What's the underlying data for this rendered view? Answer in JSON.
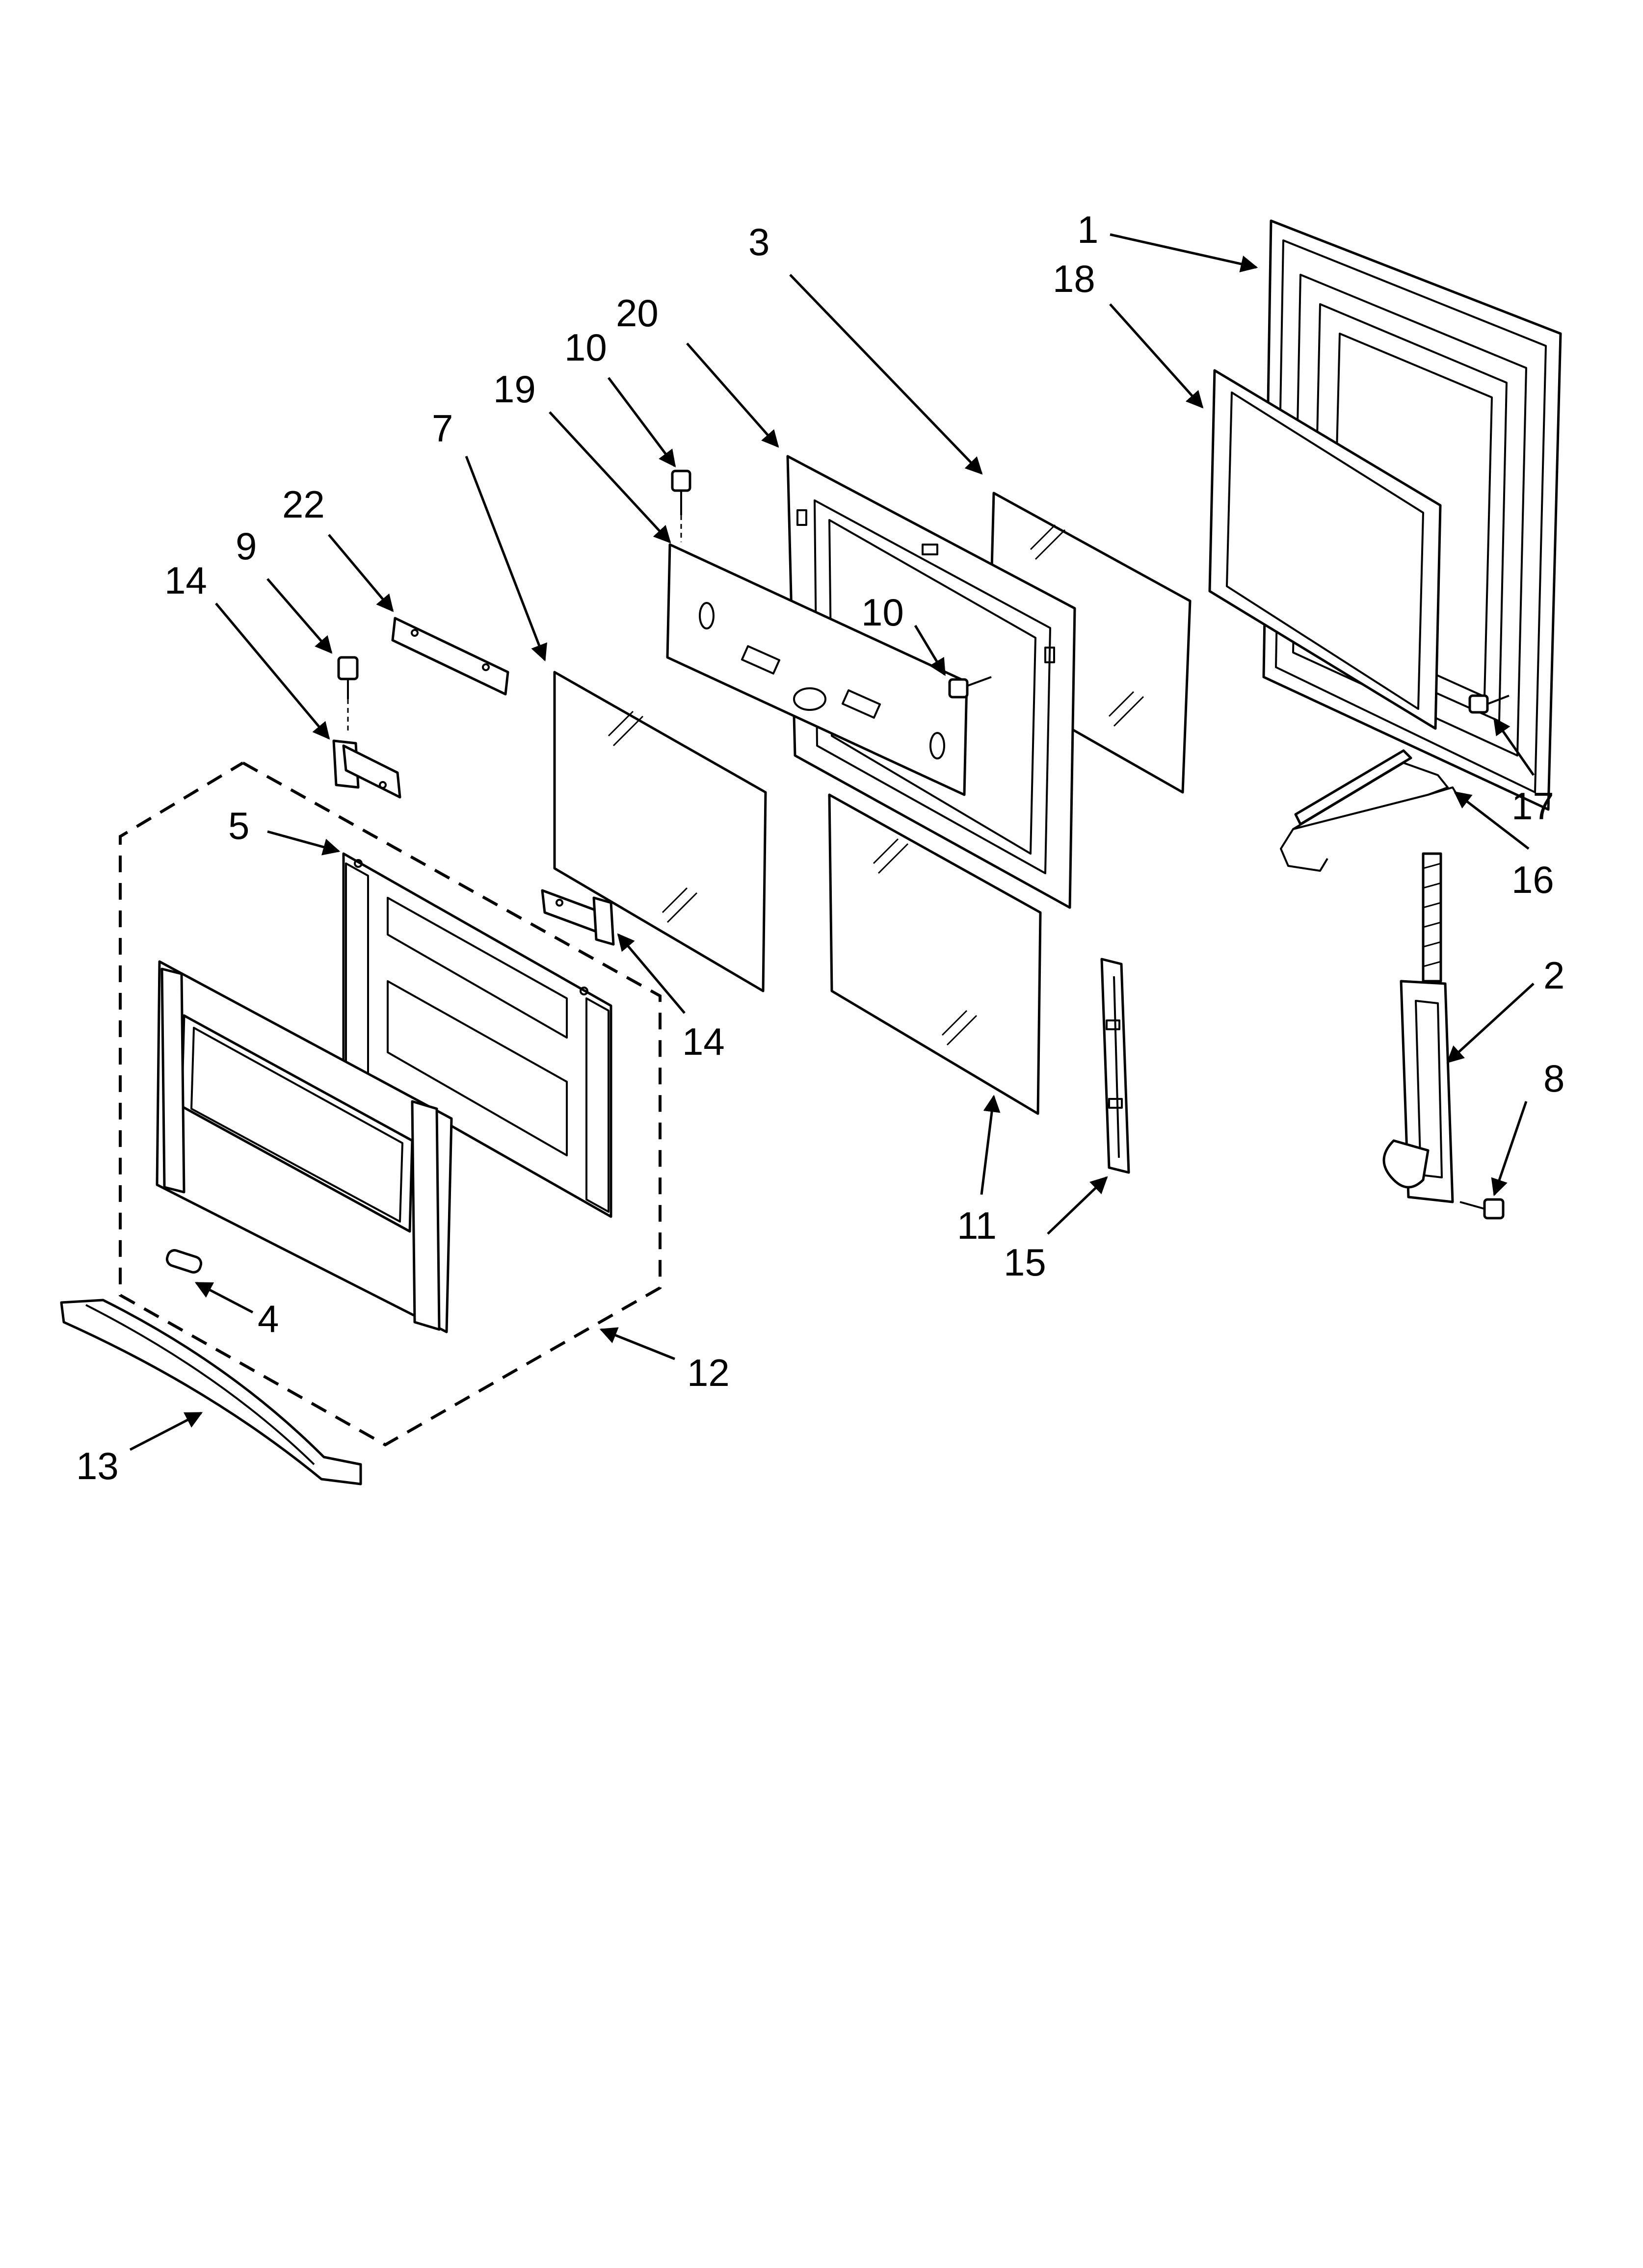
{
  "callouts": {
    "c1": "1",
    "c18": "18",
    "c3": "3",
    "c20": "20",
    "c10a": "10",
    "c19": "19",
    "c7": "7",
    "c22": "22",
    "c9": "9",
    "c14a": "14",
    "c10b": "10",
    "c17": "17",
    "c16": "16",
    "c5": "5",
    "c14b": "14",
    "c2": "2",
    "c8": "8",
    "c11": "11",
    "c15": "15",
    "c4": "4",
    "c12": "12",
    "c13": "13"
  }
}
